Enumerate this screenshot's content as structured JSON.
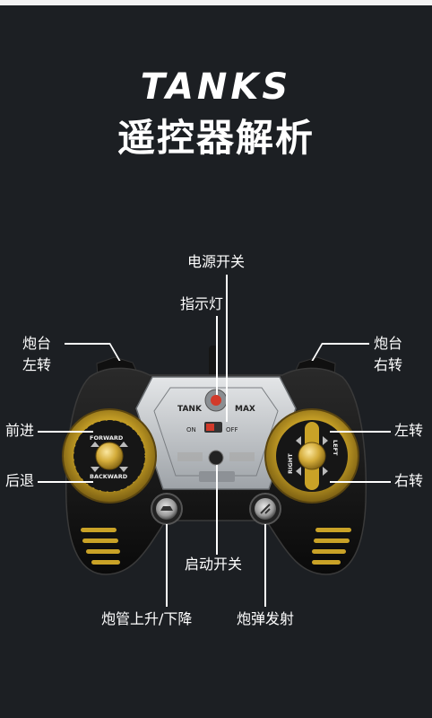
{
  "title": {
    "english": "TANKS",
    "chinese": "遥控器解析"
  },
  "controller": {
    "tank_text": "TANK",
    "max_text": "MAX",
    "on_text": "ON",
    "off_text": "OFF",
    "forward_text": "FORWARD",
    "backward_text": "BACKWARD",
    "right_text": "RIGHT",
    "left_text": "LEFT"
  },
  "labels": {
    "power_switch": "电源开关",
    "indicator": "指示灯",
    "turret_left_line1": "炮台",
    "turret_left_line2": "左转",
    "turret_right_line1": "炮台",
    "turret_right_line2": "右转",
    "forward": "前进",
    "backward": "后退",
    "turn_left": "左转",
    "turn_right": "右转",
    "start_switch": "启动开关",
    "barrel": "炮管上升/下降",
    "fire": "炮弹发射"
  },
  "colors": {
    "background": "#1c1f23",
    "gold": "#c9a227",
    "body": "#111111",
    "panel": "#c8ccd0",
    "led_red": "#d23a2a"
  }
}
